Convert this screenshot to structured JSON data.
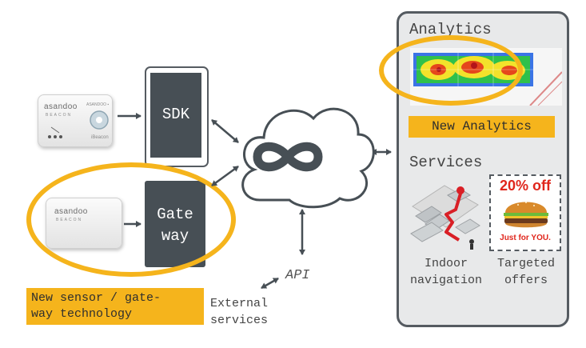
{
  "sdk": {
    "label": "SDK"
  },
  "gateway": {
    "label_line1": "Gate",
    "label_line2": "way"
  },
  "beacon_top": {
    "brand": "asandoo",
    "sub": "BEACON",
    "small_text": "ASANDOO ▪",
    "tag": "iBeacon"
  },
  "beacon_bottom": {
    "brand": "asandoo",
    "sub": "BEACON"
  },
  "new_sensor": {
    "line1": "New sensor / gate-",
    "line2": "way technology"
  },
  "external": {
    "line1": "External",
    "line2": "services"
  },
  "api": {
    "label": "API"
  },
  "analytics": {
    "title": "Analytics",
    "new_label": "New Analytics"
  },
  "services": {
    "title": "Services",
    "indoor_line1": "Indoor",
    "indoor_line2": "navigation",
    "targeted_line1": "Targeted",
    "targeted_line2": "offers",
    "offer_headline": "20% off",
    "offer_tagline": "Just for YOU."
  },
  "colors": {
    "accent": "#f5b41c",
    "dark": "#474f55",
    "panel": "#e8e9ea",
    "offer_red": "#e0261c"
  }
}
